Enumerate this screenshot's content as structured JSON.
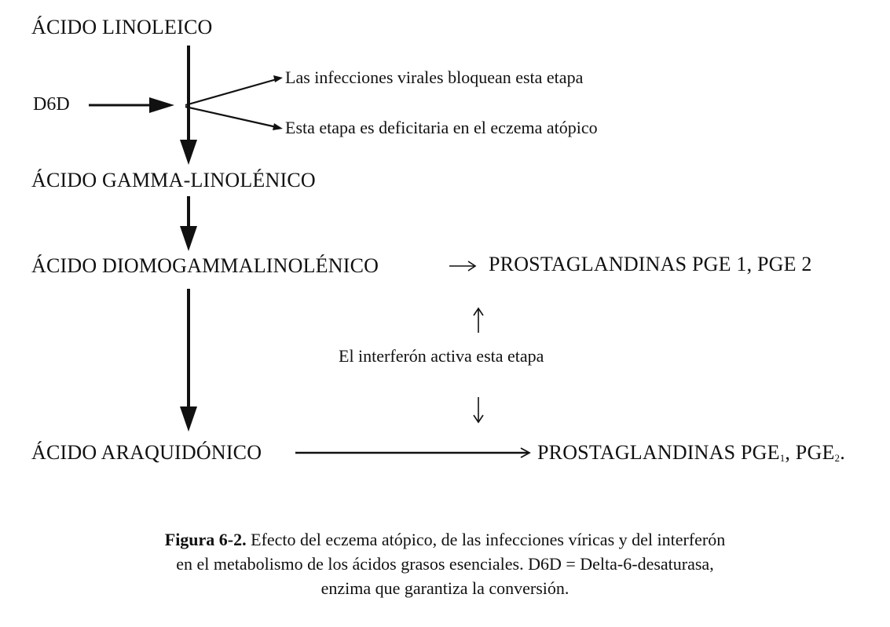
{
  "nodes": {
    "linoleico": "ÁCIDO LINOLEICO",
    "gamma": "ÁCIDO GAMMA-LINOLÉNICO",
    "diomo": "ÁCIDO DIOMOGAMMALINOLÉNICO",
    "araquidonico": "ÁCIDO ARAQUIDÓNICO",
    "pge_top": "PROSTAGLANDINAS PGE 1, PGE 2",
    "pge_bottom_prefix": "PROSTAGLANDINAS PGE",
    "pge_bottom_sub1": "1",
    "pge_bottom_mid": ", PGE",
    "pge_bottom_sub2": "2",
    "pge_bottom_end": "."
  },
  "labels": {
    "d6d": "D6D",
    "viral": "Las infecciones virales bloquean esta etapa",
    "eczema": "Esta etapa es deficitaria en el eczema atópico",
    "interferon": "El interferón activa esta etapa"
  },
  "caption": {
    "label": "Figura 6-2.",
    "line1": " Efecto del eczema atópico, de las infecciones víricas y del interferón",
    "line2": "en el metabolismo de los ácidos grasos esenciales. D6D = Delta-6-desaturasa,",
    "line3": "enzima que garantiza la conversión."
  }
}
